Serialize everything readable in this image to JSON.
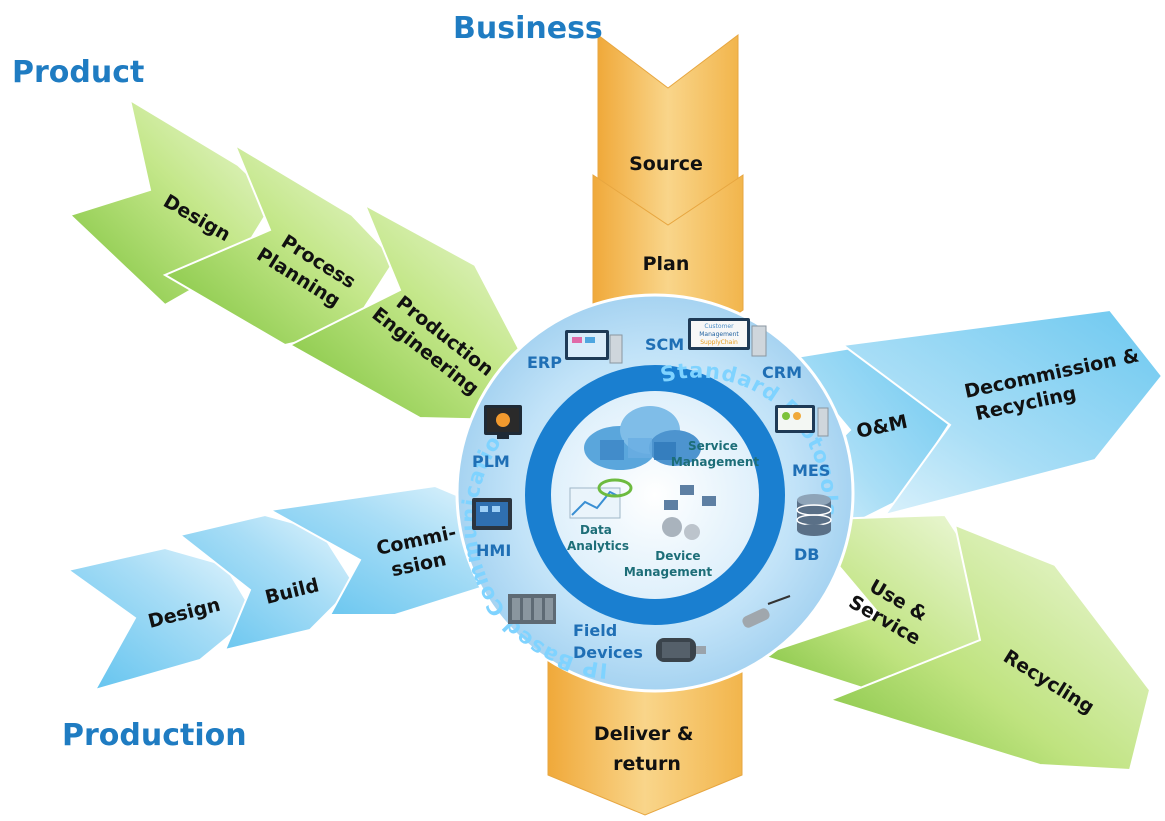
{
  "categories": {
    "product": "Product",
    "business": "Business",
    "production": "Production"
  },
  "business_steps": {
    "source": "Source",
    "plan": "Plan",
    "deliver_line1": "Deliver &",
    "deliver_line2": "return"
  },
  "product_steps": {
    "design": "Design",
    "process_line1": "Process",
    "process_line2": "Planning",
    "prodeng_line1": "Production",
    "prodeng_line2": "Engineering"
  },
  "production_steps": {
    "design": "Design",
    "build": "Build",
    "commission_line1": "Commi-",
    "commission_line2": "ssion"
  },
  "lifecycle_steps": {
    "om": "O&M",
    "decommission_line1": "Decommission &",
    "decommission_line2": "Recycling",
    "use_line1": "Use &",
    "use_line2": "Service",
    "recycling": "Recycling"
  },
  "systems": {
    "erp": "ERP",
    "scm": "SCM",
    "crm": "CRM",
    "mes": "MES",
    "db": "DB",
    "plm": "PLM",
    "hmi": "HMI",
    "field_line1": "Field",
    "field_line2": "Devices",
    "scm_screen_line1": "Customer",
    "scm_screen_line2": "Management",
    "scm_screen_line3": "SupplyChain"
  },
  "ring": {
    "left": "IP Based Communication",
    "right": "Standard Protocols"
  },
  "core": {
    "service_line1": "Service",
    "service_line2": "Management",
    "data_line1": "Data",
    "data_line2": "Analytics",
    "device_line1": "Device",
    "device_line2": "Management"
  },
  "colors": {
    "category_blue": "#1f7cc2",
    "green_arrow": "#9ad24a",
    "blue_arrow": "#5cc1ee",
    "orange_arrow": "#f3b34a",
    "hub_light": "#b7dcf5",
    "ring_dark": "#1a7fd0"
  }
}
